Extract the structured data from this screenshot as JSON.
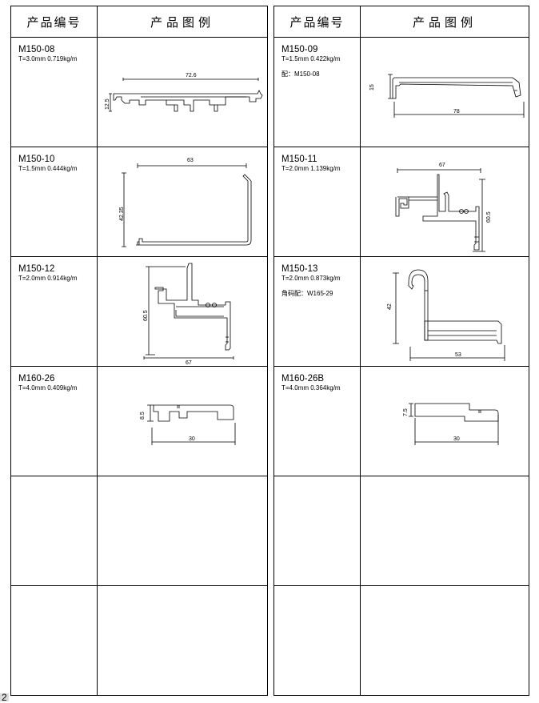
{
  "header": {
    "col_code": "产品编号",
    "col_figure": "产品图例"
  },
  "left": [
    {
      "code": "M150-08",
      "spec": "T=3.0mm  0.719kg/m",
      "note": "",
      "dims": [
        "72.6",
        "12.5"
      ]
    },
    {
      "code": "M150-10",
      "spec": "T=1.5mm  0.444kg/m",
      "note": "",
      "dims": [
        "63",
        "42.35"
      ]
    },
    {
      "code": "M150-12",
      "spec": "T=2.0mm  0.914kg/m",
      "note": "",
      "dims": [
        "60.5",
        "67"
      ]
    },
    {
      "code": "M160-26",
      "spec": "T=4.0mm  0.409kg/m",
      "note": "",
      "dims": [
        "8.5",
        "30"
      ]
    }
  ],
  "right": [
    {
      "code": "M150-09",
      "spec": "T=1.5mm  0.422kg/m",
      "note": "配：M150-08",
      "dims": [
        "15",
        "78"
      ]
    },
    {
      "code": "M150-11",
      "spec": "T=2.0mm  1.139kg/m",
      "note": "",
      "dims": [
        "67",
        "60.5"
      ]
    },
    {
      "code": "M150-13",
      "spec": "T=2.0mm  0.873kg/m",
      "note": "角码配：W165-29",
      "dims": [
        "42",
        "53"
      ]
    },
    {
      "code": "M160-26B",
      "spec": "T=4.0mm  0.364kg/m",
      "note": "",
      "dims": [
        "7.5",
        "30"
      ]
    }
  ],
  "page_number": "2"
}
